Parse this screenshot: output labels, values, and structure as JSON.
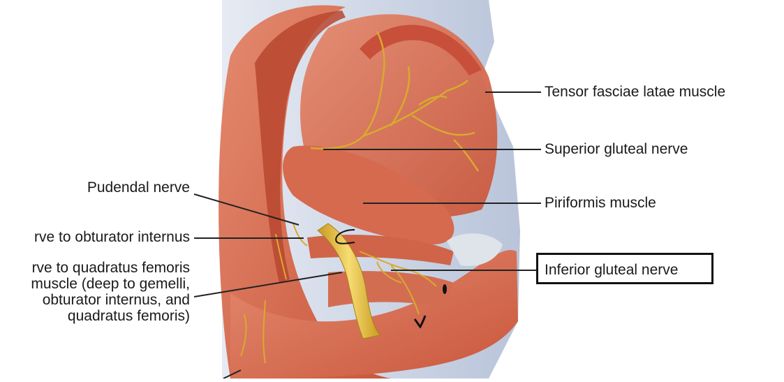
{
  "labels": {
    "tensor": "Tensor fasciae latae muscle",
    "superior_gluteal": "Superior gluteal nerve",
    "piriformis": "Piriformis muscle",
    "inferior_gluteal": "Inferior gluteal nerve",
    "pudendal": "Pudendal nerve",
    "obturator_internus": "rve to obturator internus",
    "quadratus_femoris": [
      "rve to quadratus femoris",
      "muscle (deep to gemelli,",
      "obturator internus, and",
      "quadratus femoris)"
    ]
  },
  "colors": {
    "muscle": "#d9745a",
    "muscle_dark": "#b9472f",
    "nerve": "#e8c44a",
    "fascia": "#c9d3e6",
    "leader": "#222222"
  }
}
